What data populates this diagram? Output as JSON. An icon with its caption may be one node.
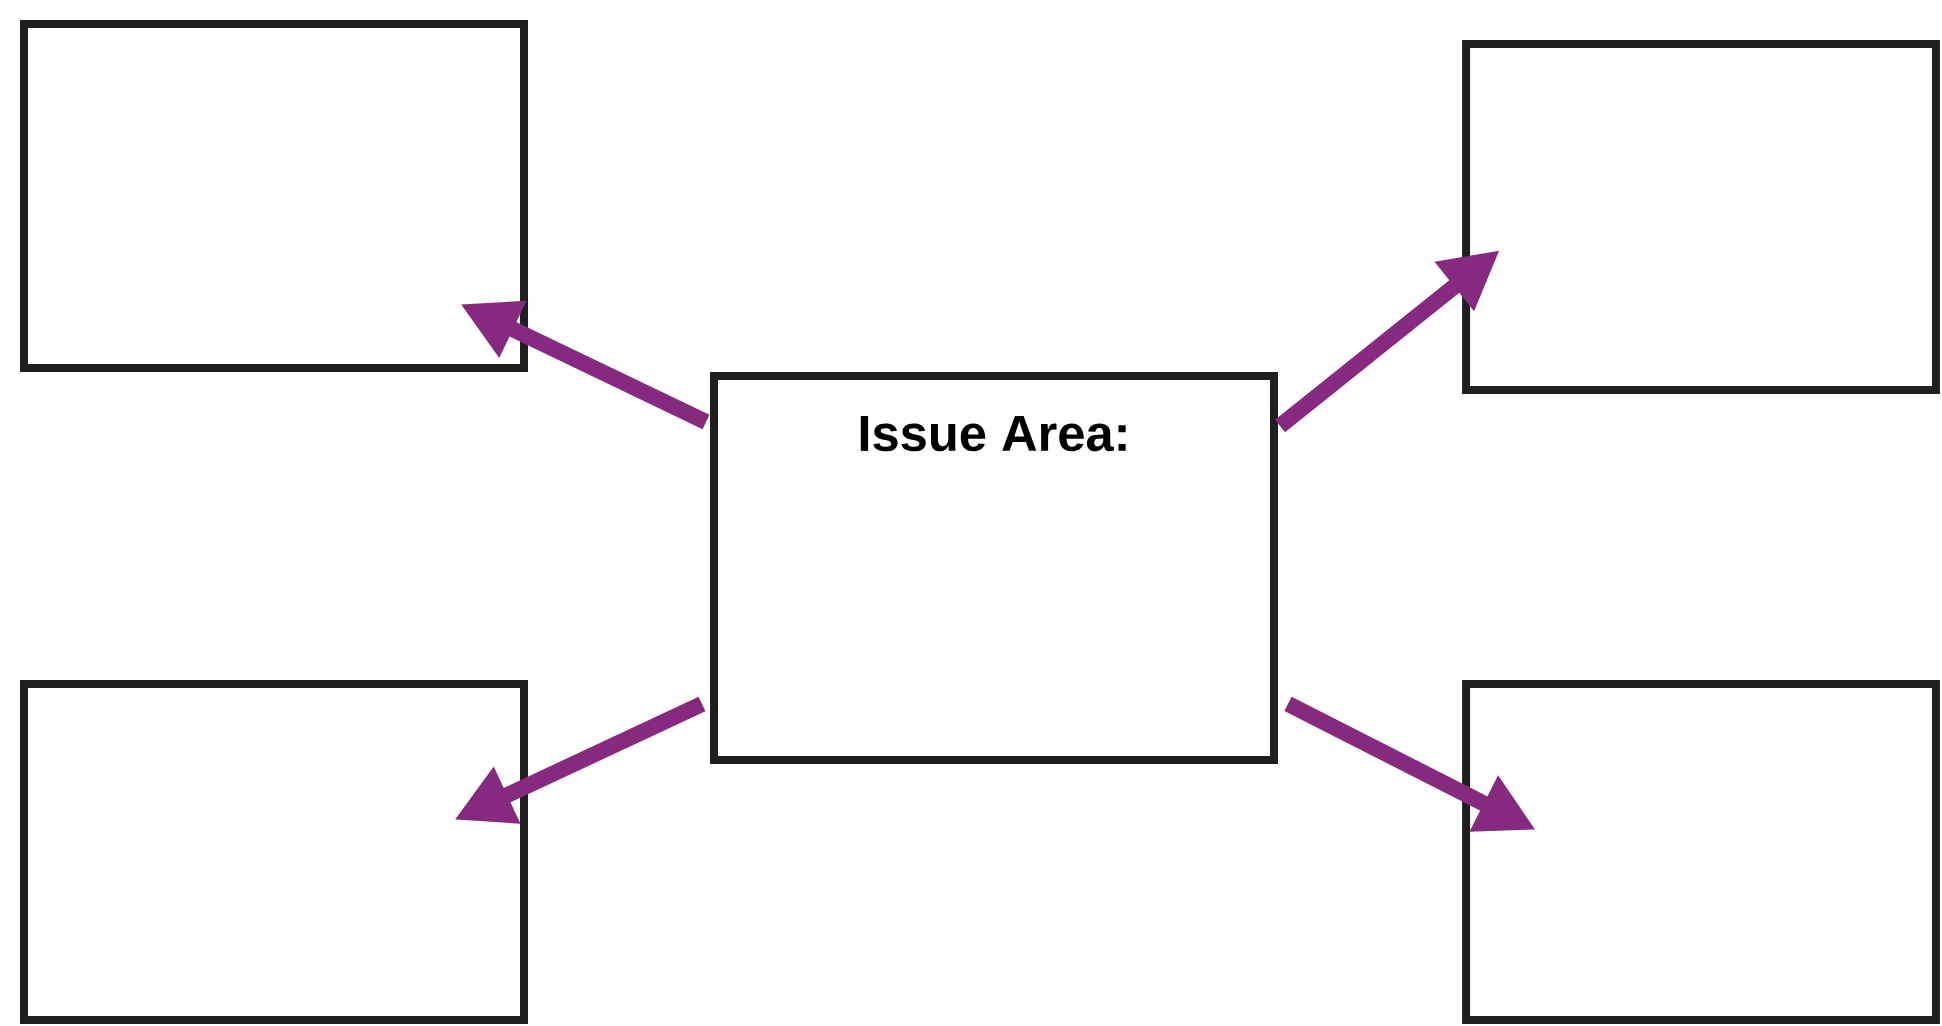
{
  "diagram": {
    "nodes": [
      {
        "text": [
          "Issue Area:"
        ]
      },
      {
        "text": [],
        "shape": "box"
      },
      {
        "text": [],
        "shape": "box"
      },
      {
        "text": [],
        "shape": "box"
      },
      {
        "text": [],
        "shape": "box"
      }
    ],
    "edges": [
      {
        "from": 0,
        "to": 1,
        "arrow": "to"
      },
      {
        "from": 0,
        "to": 2,
        "arrow": "to"
      },
      {
        "from": 0,
        "to": 3,
        "arrow": "to"
      },
      {
        "from": 0,
        "to": 4,
        "arrow": "to"
      }
    ]
  }
}
